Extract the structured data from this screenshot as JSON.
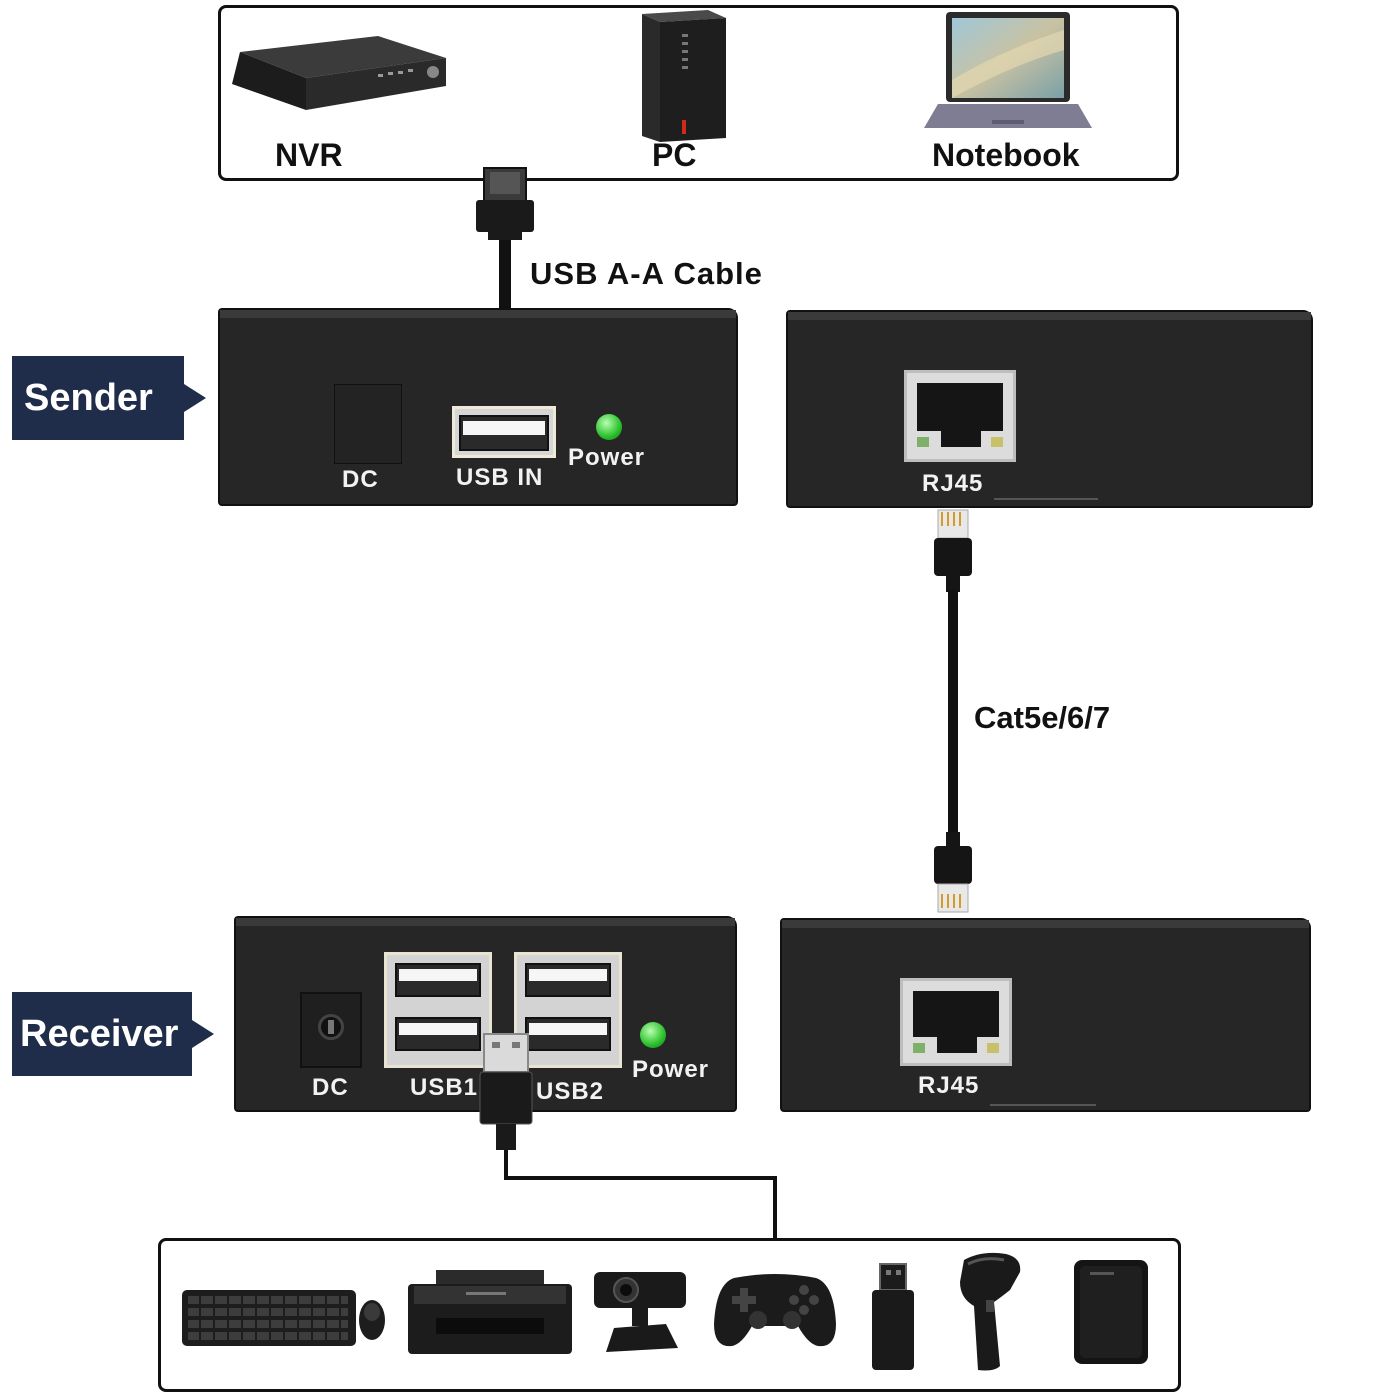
{
  "sources": {
    "devices": [
      {
        "label": "NVR",
        "icon": "nvr-icon"
      },
      {
        "label": "PC",
        "icon": "pc-tower-icon"
      },
      {
        "label": "Notebook",
        "icon": "laptop-icon"
      }
    ]
  },
  "cables": {
    "usb_label": "USB A-A Cable",
    "cat_label": "Cat5e/6/7"
  },
  "sender": {
    "tag": "Sender",
    "dc_label": "DC",
    "usb_in_label": "USB IN",
    "power_label": "Power",
    "rj45_label": "RJ45"
  },
  "receiver": {
    "tag": "Receiver",
    "dc_label": "DC",
    "usb1_label": "USB1",
    "usb2_label": "USB2",
    "power_label": "Power",
    "rj45_label": "RJ45"
  },
  "peripherals": {
    "icons": [
      "keyboard-mouse-icon",
      "printer-icon",
      "webcam-icon",
      "gamepad-icon",
      "usb-drive-icon",
      "barcode-scanner-icon",
      "external-drive-icon"
    ]
  },
  "colors": {
    "tag_bg": "#1f2d4a",
    "box": "#262626",
    "led": "#29c02a"
  }
}
